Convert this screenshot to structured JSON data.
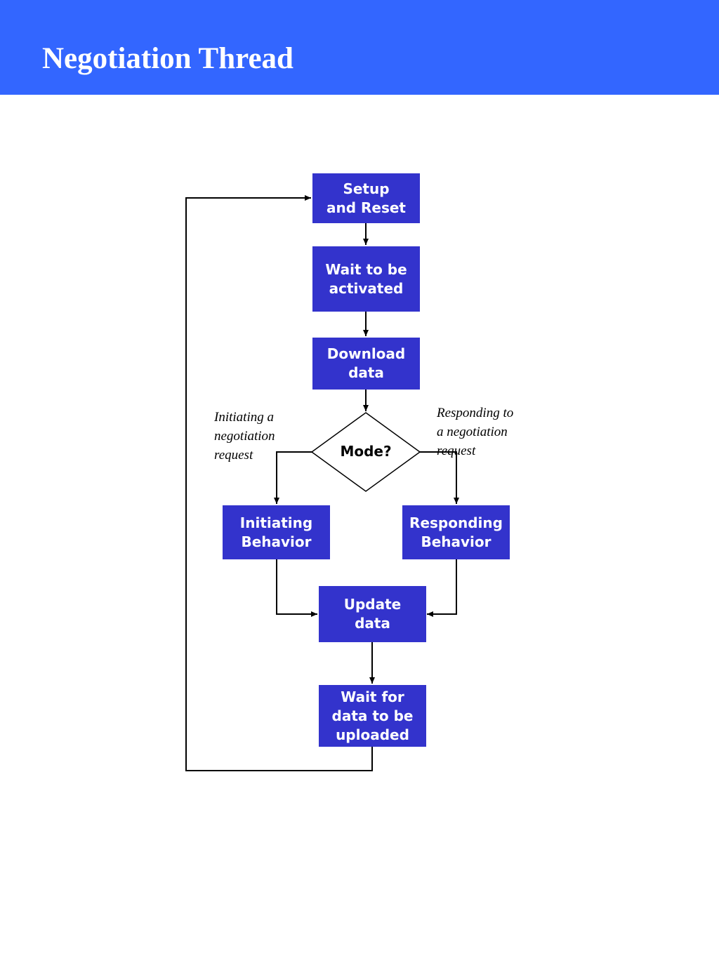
{
  "slide": {
    "title": "Negotiation Thread",
    "header_color": "#3366ff"
  },
  "flowchart": {
    "box_color": "#3333cc",
    "nodes": {
      "setup_reset": "Setup\nand Reset",
      "wait_activated": "Wait to be\nactivated",
      "download_data": "Download\ndata",
      "mode": "Mode?",
      "initiating_behavior": "Initiating\nBehavior",
      "responding_behavior": "Responding\nBehavior",
      "update_data": "Update\ndata",
      "wait_upload": "Wait for\ndata to be\nuploaded"
    },
    "branch_labels": {
      "initiating": "Initiating a\nnegotiation\nrequest",
      "responding": "Responding to\na negotiation\n       request"
    }
  }
}
